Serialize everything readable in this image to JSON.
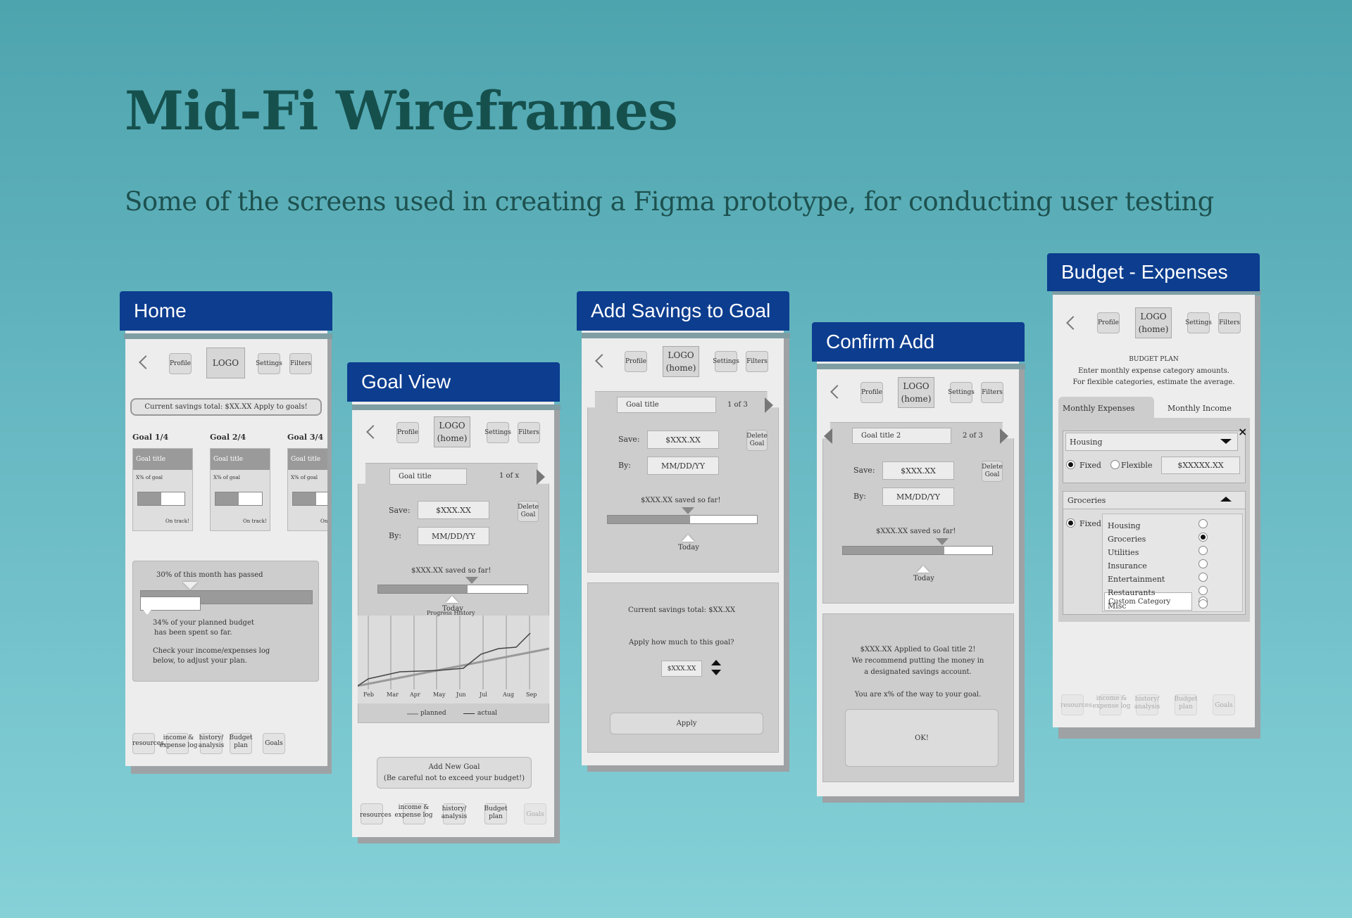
{
  "heading": {
    "title": "Mid-Fi Wireframes",
    "subtitle": "Some of the screens used in creating a Figma prototype, for conducting user testing"
  },
  "common": {
    "profile": "Profile",
    "settings": "Settings",
    "filters": "Filters",
    "logo": "LOGO",
    "logo_home": "LOGO (home)",
    "nav": {
      "resources": "resources",
      "income": "income & expense log",
      "history": "history/ analysis",
      "budget": "Budget plan",
      "goals": "Goals"
    },
    "save_label": "Save:",
    "by_label": "By:",
    "save_value": "$XXX.XX",
    "date_value": "MM/DD/YY",
    "delete_goal": "Delete Goal",
    "saved_so_far": "$XXX.XX   saved so far!",
    "today": "Today"
  },
  "home": {
    "tag": "Home",
    "savings_banner": "Current savings total:  $XX.XX   Apply to goals!",
    "goals": [
      {
        "label": "Goal 1/4",
        "title": "Goal title",
        "pct": "X% of goal",
        "status": "On track!",
        "progress": 0.5
      },
      {
        "label": "Goal 2/4",
        "title": "Goal title",
        "pct": "X% of goal",
        "status": "On track!",
        "progress": 0.5
      },
      {
        "label": "Goal 3/4",
        "title": "Goal title",
        "pct": "X% of goal",
        "status": "On track!",
        "progress": 0.5
      }
    ],
    "month_text": "30% of this month has passed",
    "month_progress": 0.3,
    "spent_progress": 0.34,
    "spent_text_1": "34% of your planned budget",
    "spent_text_2": "has been spent so far.",
    "check_text_1": "Check your income/expenses log",
    "check_text_2": "below, to adjust your plan."
  },
  "goal_view": {
    "tag": "Goal View",
    "goal_title": "Goal title",
    "count": "1 of x",
    "progress_title": "Progress History",
    "months": [
      "Feb",
      "Mar",
      "Apr",
      "May",
      "Jun",
      "Jul",
      "Aug",
      "Sep"
    ],
    "legend_planned": "planned",
    "legend_actual": "actual",
    "add_goal_1": "Add New Goal",
    "add_goal_2": "(Be careful not to  exceed your budget!)",
    "saved_progress": 0.6
  },
  "add_savings": {
    "tag": "Add Savings to Goal",
    "goal_title": "Goal title",
    "count": "1 of 3",
    "current_total": "Current savings total:  $XX.XX",
    "apply_question": "Apply how much to this goal?",
    "amount": "$XXX.XX",
    "apply_button": "Apply",
    "saved_progress": 0.55
  },
  "confirm_add": {
    "tag": "Confirm Add",
    "goal_title": "Goal title 2",
    "count": "2 of 3",
    "message_1": "$XXX.XX Applied to Goal title 2!",
    "message_2": "We recommend putting the money in",
    "message_3": "a designated savings account.",
    "message_4": "You are x% of the way to your goal.",
    "ok_button": "OK!",
    "saved_progress": 0.68
  },
  "budget": {
    "tag": "Budget - Expenses",
    "plan_title": "BUDGET PLAN",
    "plan_line_1": "Enter monthly expense category amounts.",
    "plan_line_2": "For flexible categories, estimate  the average.",
    "tab_expenses": "Monthly Expenses",
    "tab_income": "Monthly Income",
    "housing": "Housing",
    "fixed": "Fixed",
    "flexible": "Flexible",
    "housing_amount": "$XXXXX.XX",
    "close": "×",
    "groceries": "Groceries",
    "categories": [
      "Housing",
      "Groceries",
      "Utilities",
      "Insurance",
      "Entertainment",
      "Restaurants",
      "Misc"
    ],
    "selected_category": "Groceries",
    "custom_category": "Custom Category"
  }
}
